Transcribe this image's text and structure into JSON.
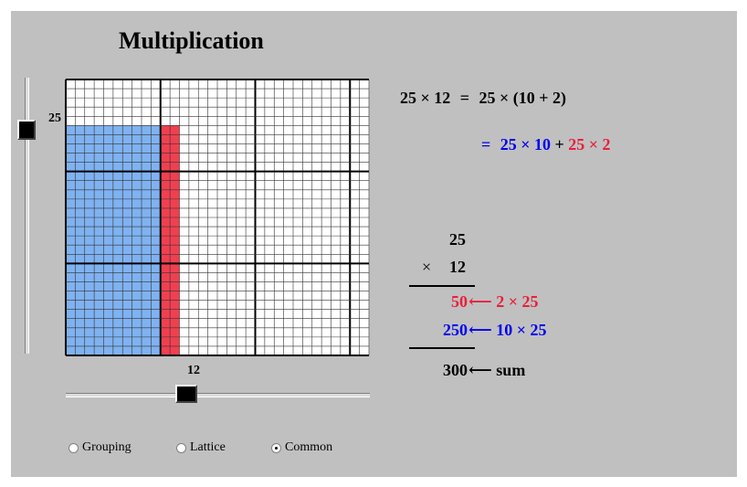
{
  "title": "Multiplication",
  "vertical_slider": {
    "value_label": "25",
    "value": 25
  },
  "horizontal_slider": {
    "value_label": "12",
    "value": 12
  },
  "grid": {
    "cols": 32,
    "rows": 30,
    "blue_cols": 10,
    "red_cols": 2,
    "shaded_rows": 25,
    "blue_color": "#7fb2f0",
    "red_color": "#f04050"
  },
  "equation": {
    "line1": {
      "lhs": "25 × 12",
      "eq": "=",
      "rhs": "25 × (10 + 2)"
    },
    "line2": {
      "eq": "=",
      "a": "25 × 10",
      "plus": "+",
      "b": "25 × 2"
    }
  },
  "long_mult": {
    "top": "25",
    "mult_sign": "×",
    "second": "12",
    "partial1": "50",
    "partial1_note": "⟵ 2 × 25",
    "partial2": "250",
    "partial2_note": "⟵ 10 × 25",
    "total": "300",
    "total_note": "⟵ sum"
  },
  "radios": [
    {
      "label": "Grouping",
      "selected": false
    },
    {
      "label": "Lattice",
      "selected": false
    },
    {
      "label": "Common",
      "selected": true
    }
  ]
}
